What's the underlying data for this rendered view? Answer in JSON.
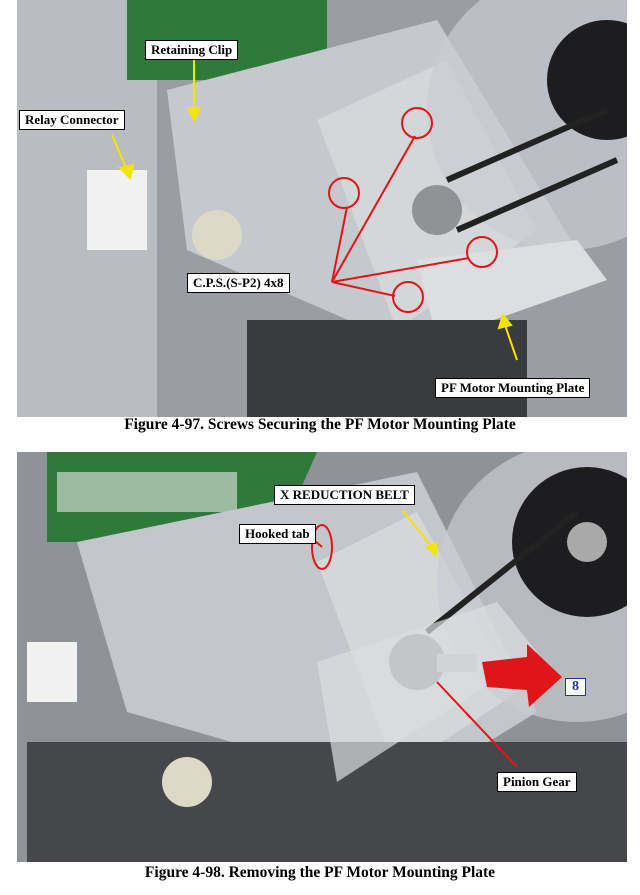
{
  "figure1": {
    "caption": "Figure 4-97.  Screws Securing the PF Motor Mounting Plate",
    "labels": {
      "retaining_clip": "Retaining Clip",
      "relay_connector": "Relay Connector",
      "screws": "C.P.S.(S-P2) 4x8",
      "mounting_plate": "PF Motor Mounting Plate"
    }
  },
  "figure2": {
    "caption": "Figure 4-98.  Removing the PF Motor Mounting Plate",
    "labels": {
      "belt": "X REDUCTION BELT",
      "hooked_tab": "Hooked tab",
      "pinion_gear": "Pinion Gear",
      "step": "8"
    }
  },
  "colors": {
    "callout_arrow": "#f5e400",
    "circle": "#e0151a",
    "arrow_red": "#e0151a",
    "step_blue": "#223b8f"
  }
}
